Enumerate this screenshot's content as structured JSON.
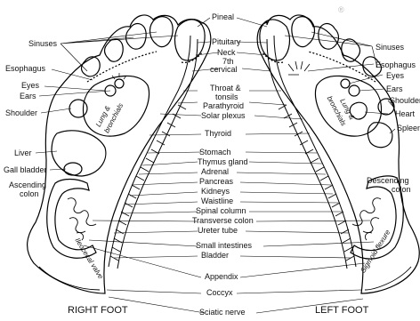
{
  "diagram": {
    "center_labels": {
      "pineal": "Pineal",
      "pituitary": "Pituitary",
      "neck": "Neck",
      "seventh": "7th",
      "cervical": "cervical",
      "throat": "Throat &",
      "tonsils": "tonsils",
      "parathyroid": "Parathyroid",
      "solar_plexus": "Solar plexus",
      "thyroid": "Thyroid",
      "stomach": "Stomach",
      "thymus": "Thymus gland",
      "adrenal": "Adrenal",
      "pancreas": "Pancreas",
      "kidneys": "Kidneys",
      "waistline": "Waistline",
      "spinal": "Spinal column",
      "transverse": "Transverse colon",
      "ureter": "Ureter tube",
      "small_int": "Small intestines",
      "bladder": "Bladder",
      "appendix": "Appendix",
      "coccyx": "Coccyx",
      "sciatic": "Sciatic nerve"
    },
    "right_foot_labels": {
      "sinuses": "Sinuses",
      "esophagus": "Esophagus",
      "eyes": "Eyes",
      "ears": "Ears",
      "shoulder": "Shoulder",
      "liver": "Liver",
      "gall": "Gall bladder",
      "asc1": "Ascending",
      "asc2": "colon",
      "lung1": "Lung &",
      "lung2": "bronchials",
      "ileo": "Ileocecal valve"
    },
    "left_foot_labels": {
      "sinuses": "Sinuses",
      "esophagus": "Esophagus",
      "eyes": "Eyes",
      "ears": "Ears",
      "shoulder": "Shoulder",
      "heart": "Heart",
      "spleen": "Spleen",
      "desc1": "Descending",
      "desc2": "colon",
      "lung1": "Lung &",
      "lung2": "bronchials",
      "sigmoid": "Sigmoid flexure"
    },
    "titles": {
      "right": "RIGHT FOOT",
      "left": "LEFT FOOT"
    },
    "registered_mark": "®"
  }
}
